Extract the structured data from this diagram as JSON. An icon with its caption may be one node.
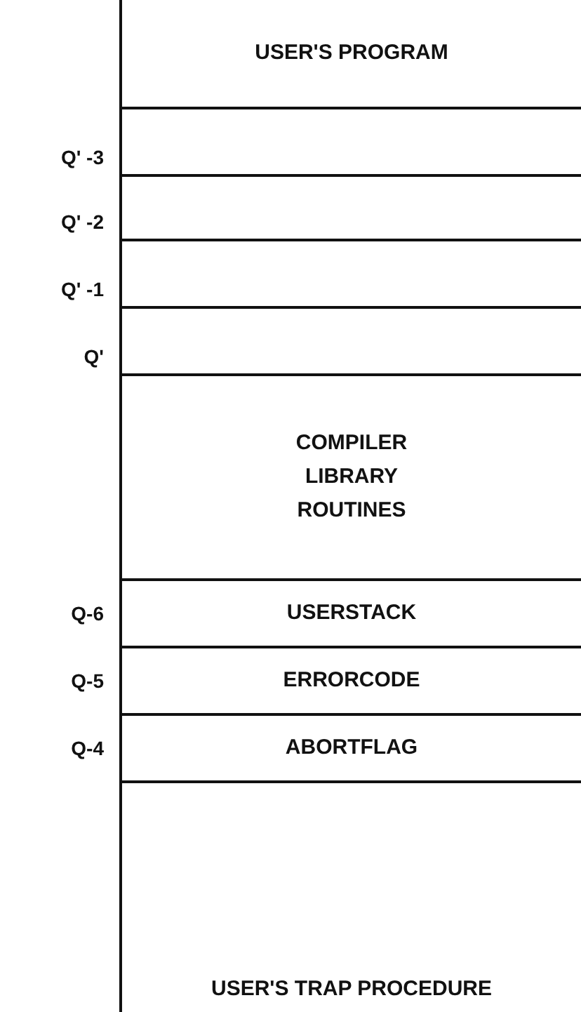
{
  "diagram": {
    "nodes": [
      {
        "text": [
          "USER'S PROGRAM"
        ]
      },
      {
        "text": [],
        "shape": "box",
        "beside": [
          "Q' -3"
        ]
      },
      {
        "text": [],
        "shape": "box",
        "beside": [
          "Q' -2"
        ]
      },
      {
        "text": [],
        "shape": "box",
        "beside": [
          "Q' -1"
        ]
      },
      {
        "text": [],
        "shape": "box",
        "beside": [
          "Q'"
        ]
      },
      {
        "text": [
          "COMPILER LIBRARY ROUTINES"
        ]
      },
      {
        "text": [
          "USERSTACK"
        ],
        "beside": [
          "Q-6"
        ]
      },
      {
        "text": [
          "ERRORCODE"
        ],
        "beside": [
          "Q-5"
        ]
      },
      {
        "text": [
          "ABORTFLAG"
        ],
        "beside": [
          "Q-4"
        ]
      },
      {
        "text": [
          "USER'S TRAP PROCEDURE"
        ]
      }
    ]
  }
}
